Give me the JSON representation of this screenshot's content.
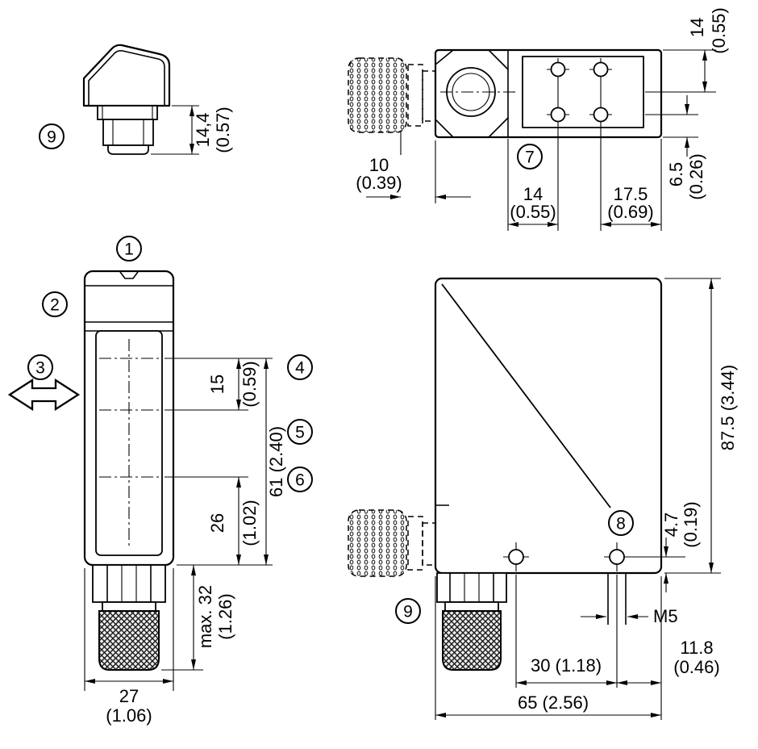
{
  "drawing": {
    "background": "#ffffff",
    "line_color": "#000000",
    "plug_view": {
      "ref": "9",
      "height_mm": "14,4",
      "height_in": "(0.57)"
    },
    "top_view": {
      "ref": "7",
      "axis_mm": "14",
      "axis_in": "(0.55)",
      "protrusion_mm": "10",
      "protrusion_in": "(0.39)",
      "hole_offset_mm": "14",
      "hole_offset_in": "(0.55)",
      "hole_edge_mm": "17.5",
      "hole_edge_in": "(0.69)",
      "row_edge_mm": "6.5",
      "row_edge_in": "(0.26)"
    },
    "front_view": {
      "ref_marker": "1",
      "ref_label": "2",
      "ref_adjust": "3",
      "ref_axis_top": "4",
      "ref_axis_mid": "5",
      "ref_axis_low": "6",
      "gap_mm": "15",
      "gap_in": "(0.59)",
      "span_61": "61 (2.40)",
      "low_mm": "26",
      "low_in": "(1.02)",
      "plug_mm": "max. 32",
      "plug_in": "(1.26)",
      "width_mm": "27",
      "width_in": "(1.06)"
    },
    "side_view": {
      "ref_holes": "8",
      "ref_plug": "9",
      "height_full": "87.5 (3.44)",
      "hole_bottom_mm": "4.7",
      "hole_bottom_in": "(0.19)",
      "thread": "M5",
      "hole_edge_mm": "11.8",
      "hole_edge_in": "(0.46)",
      "hole_span": "30 (1.18)",
      "depth_full": "65 (2.56)"
    }
  }
}
